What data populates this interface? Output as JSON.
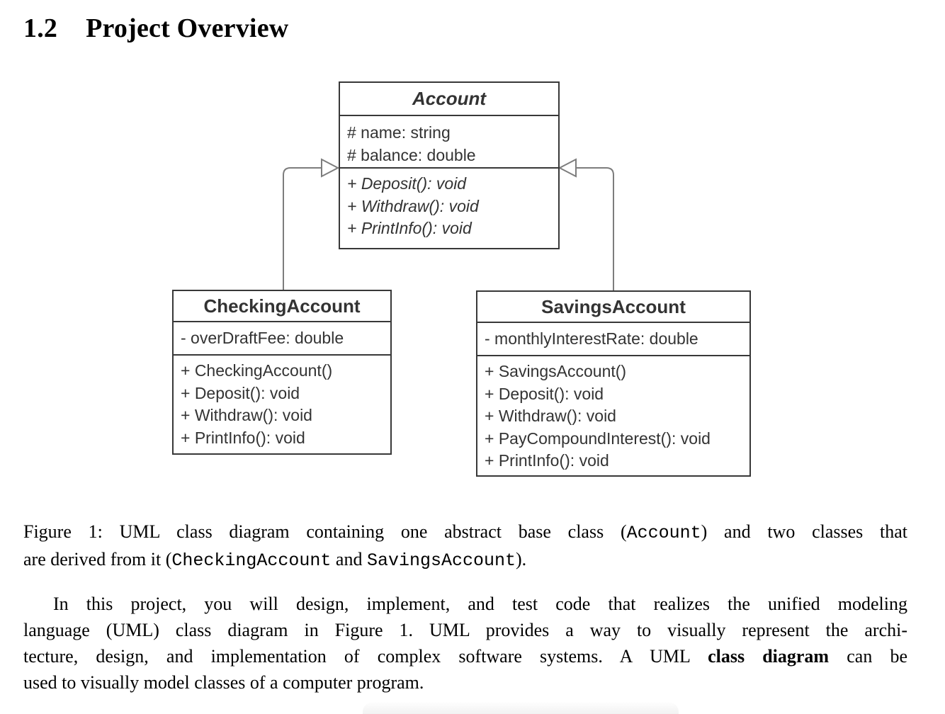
{
  "heading": {
    "number": "1.2",
    "title": "Project Overview"
  },
  "diagram": {
    "classes": [
      {
        "name": "Account",
        "abstract": true,
        "attributes": [
          "# name: string",
          "# balance: double"
        ],
        "methods": [
          "+ Deposit(): void",
          "+ Withdraw(): void",
          "+ PrintInfo(): void"
        ]
      },
      {
        "name": "CheckingAccount",
        "abstract": false,
        "attributes": [
          "- overDraftFee: double"
        ],
        "methods": [
          "+ CheckingAccount()",
          "+ Deposit(): void",
          "+ Withdraw(): void",
          "+ PrintInfo(): void"
        ]
      },
      {
        "name": "SavingsAccount",
        "abstract": false,
        "attributes": [
          "- monthlyInterestRate: double"
        ],
        "methods": [
          "+ SavingsAccount()",
          "+ Deposit(): void",
          "+ Withdraw(): void",
          "+ PayCompoundInterest(): void",
          "+ PrintInfo(): void"
        ]
      }
    ],
    "relationship": "inheritance",
    "colors": {
      "box_border": "#383838",
      "diagram_text": "#333333",
      "connector": "#7d7d7d"
    }
  },
  "caption": {
    "lines": [
      [
        {
          "t": "Figure 1: UML class diagram containing one abstract base class ("
        },
        {
          "t": "Account",
          "mono": true
        },
        {
          "t": ") and two classes that"
        }
      ],
      [
        {
          "t": "are derived from it ("
        },
        {
          "t": "CheckingAccount",
          "mono": true
        },
        {
          "t": " and "
        },
        {
          "t": "SavingsAccount",
          "mono": true
        },
        {
          "t": ")."
        }
      ]
    ]
  },
  "body": {
    "lines": [
      [
        {
          "t": "In this project, you will design, implement, and test code that realizes the unified modeling"
        }
      ],
      [
        {
          "t": "language (UML) class diagram in Figure 1. UML provides a way to visually represent the archi-"
        }
      ],
      [
        {
          "t": "tecture, design, and implementation of complex software systems. A UML "
        },
        {
          "t": "class diagram",
          "bold": true
        },
        {
          "t": " can be"
        }
      ],
      [
        {
          "t": "used to visually model classes of a computer program."
        }
      ]
    ]
  }
}
